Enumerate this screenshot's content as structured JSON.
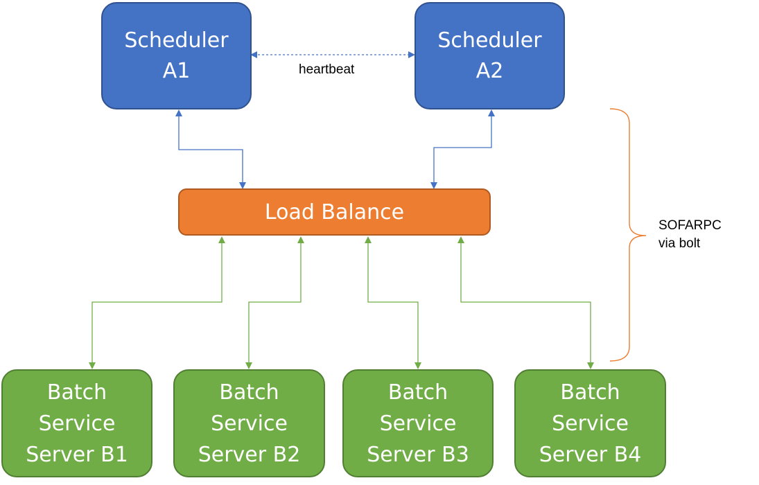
{
  "colors": {
    "scheduler": "#4472c4",
    "load_balancer": "#ed7d31",
    "batch_server": "#70ad47",
    "blue_connector": "#4472c4",
    "green_connector": "#70ad47",
    "brace": "#ed7d31"
  },
  "schedulers": [
    {
      "label": "Scheduler\nA1"
    },
    {
      "label": "Scheduler\nA2"
    }
  ],
  "heartbeat_label": "heartbeat",
  "load_balancer": {
    "label": "Load Balance"
  },
  "batch_servers": [
    {
      "label": "Batch\nService\nServer B1"
    },
    {
      "label": "Batch\nService\nServer B2"
    },
    {
      "label": "Batch\nService\nServer B3"
    },
    {
      "label": "Batch\nService\nServer B4"
    }
  ],
  "protocol_label": "SOFARPC\nvia bolt"
}
